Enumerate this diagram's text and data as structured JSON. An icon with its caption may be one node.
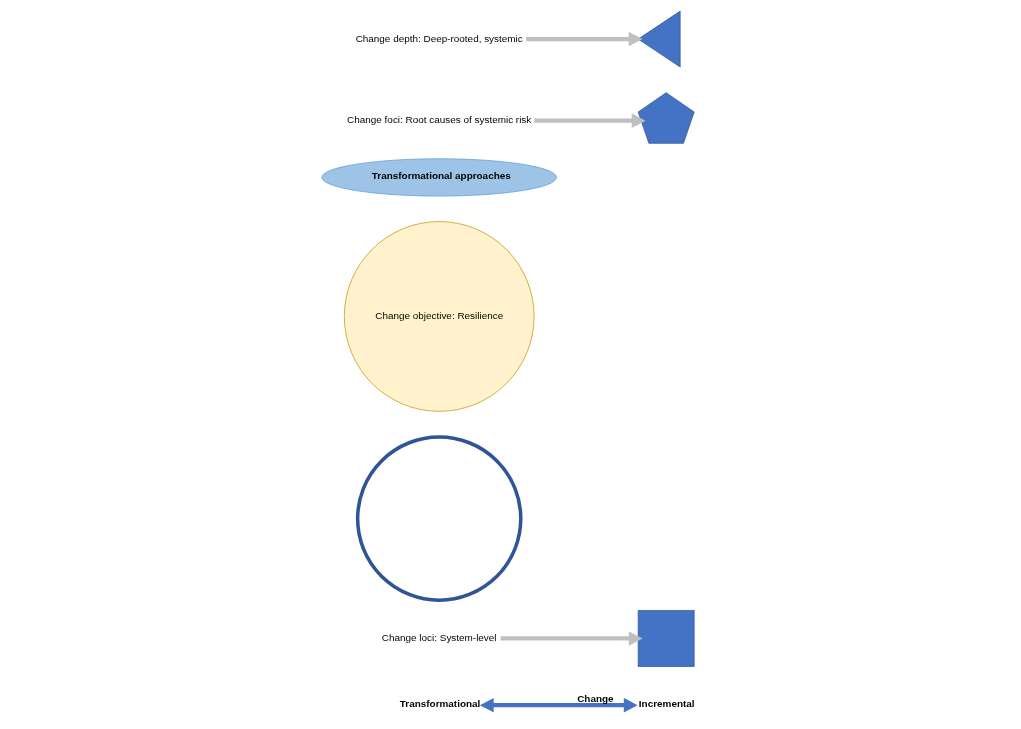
{
  "diagram": {
    "nodes": [
      {
        "text": [
          "Transformational"
        ]
      },
      {
        "text": [
          "Change loci: System-level"
        ]
      },
      {
        "text": [],
        "shape": "box"
      },
      {
        "text": [],
        "shape": "circle"
      },
      {
        "text": [
          "Change objective: Resilience"
        ]
      },
      {
        "text": [
          "Transformational approaches"
        ]
      },
      {
        "text": [
          "Change foci: Root causes of systemic risk"
        ]
      },
      {
        "text": [],
        "shape": "pentagon"
      },
      {
        "text": [
          "Change depth: Deep-rooted, systemic"
        ]
      },
      {
        "text": [],
        "shape": "triangle"
      },
      {
        "text": [
          "Incremental"
        ]
      }
    ],
    "edges": [
      {
        "from": 1,
        "to": 2,
        "arrow": "to"
      },
      {
        "from": 6,
        "to": 7,
        "arrow": "to"
      },
      {
        "from": 8,
        "to": 9,
        "arrow": "to"
      },
      {
        "from": 0,
        "to": 10,
        "arrow": "both",
        "label": "Change",
        "color": "#4472c4"
      }
    ]
  }
}
